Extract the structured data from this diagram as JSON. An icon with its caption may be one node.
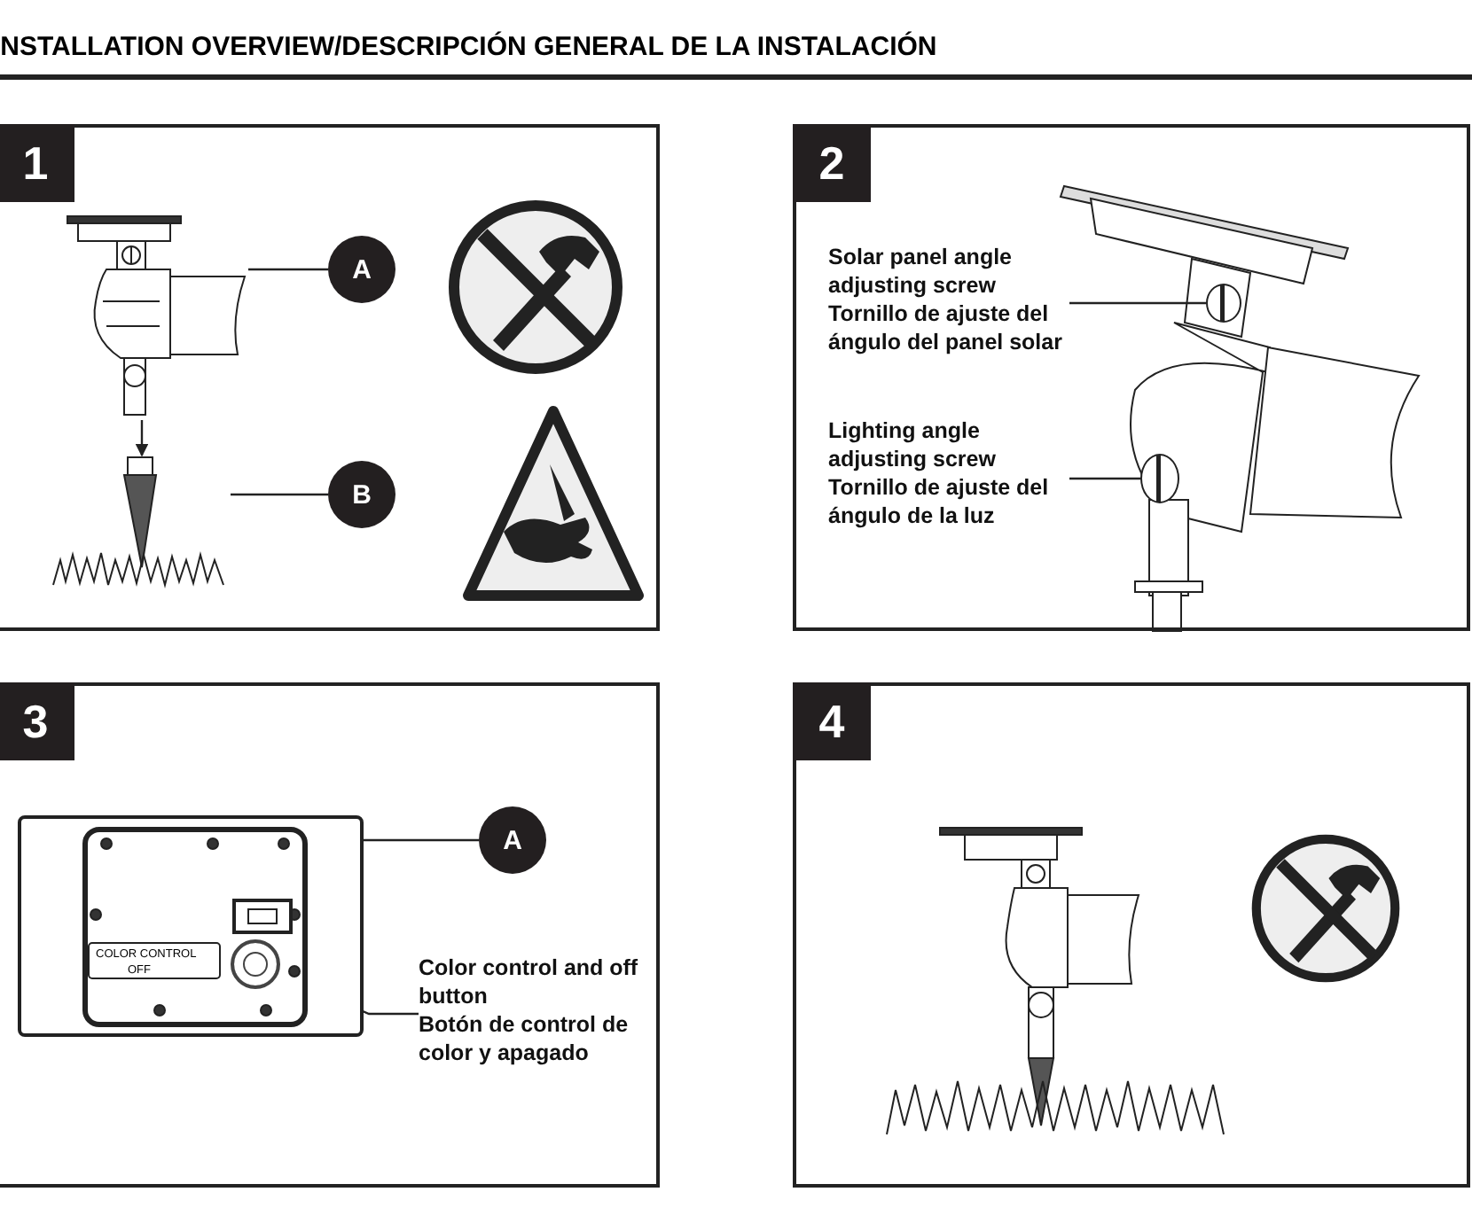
{
  "diagram": {
    "title": "INSTALLATION OVERVIEW/DESCRIPCIÓN GENERAL DE LA INSTALACIÓN",
    "nodes": [
      {
        "text": [
          "1"
        ]
      },
      {
        "text": [
          "A"
        ],
        "in": 0
      },
      {
        "text": [
          "B"
        ],
        "in": 0
      },
      {
        "text": [],
        "shape": "picture",
        "in": 0
      },
      {
        "text": [],
        "shape": "picture",
        "in": 0
      },
      {
        "text": [
          "2"
        ]
      },
      {
        "text": [
          "Solar panel angle adjusting screw",
          "Tornillo de ajuste del ángulo del panel solar"
        ],
        "in": 5
      },
      {
        "text": [],
        "shape": "circle",
        "in": 5
      },
      {
        "text": [
          "Lighting angle adjusting screw",
          "Tornillo de ajuste del ángulo de la luz"
        ],
        "in": 5
      },
      {
        "text": [],
        "shape": "circle",
        "in": 5
      },
      {
        "text": [
          "3"
        ]
      },
      {
        "text": [
          "A"
        ],
        "in": 10
      },
      {
        "text": [],
        "shape": "picture",
        "in": 10
      },
      {
        "text": [
          "Color control and off button",
          "Botón de control de color y apagado"
        ],
        "in": 10
      },
      {
        "text": [],
        "shape": "circle",
        "in": 12
      },
      {
        "text": [
          "4"
        ]
      }
    ],
    "edges": [
      {
        "from": 1,
        "to": 3,
        "arrow": "none"
      },
      {
        "from": 2,
        "to": 4,
        "arrow": "none"
      },
      {
        "from": 3,
        "to": 4,
        "arrow": "to"
      },
      {
        "from": 6,
        "to": 7,
        "arrow": "none"
      },
      {
        "from": 8,
        "to": 9,
        "arrow": "none"
      },
      {
        "from": 11,
        "to": 12,
        "arrow": "none"
      },
      {
        "from": 13,
        "to": 14,
        "arrow": "none"
      }
    ],
    "labels": [
      "COLOR CONTROL",
      "OFF"
    ]
  }
}
